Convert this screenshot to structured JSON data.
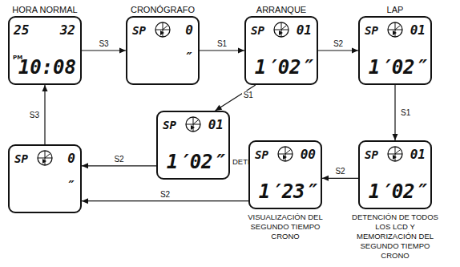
{
  "diagram": {
    "nodes": [
      {
        "text": [
          "HORA NORMAL",
          "25",
          "32",
          "PM",
          "10:08"
        ]
      },
      {
        "text": [
          "CRONÓGRAFO",
          "SP",
          "0",
          "″"
        ]
      },
      {
        "text": [
          "ARRANQUE",
          "SP",
          "01",
          "1′02″"
        ]
      },
      {
        "text": [
          "LAP",
          "SP",
          "01",
          "1′02″"
        ]
      },
      {
        "text": [
          "SP",
          "0",
          "″"
        ]
      },
      {
        "text": [
          "SP",
          "01",
          "1′02″",
          "DETENCIÓN"
        ]
      },
      {
        "text": [
          "SP",
          "00",
          "1′23″",
          "VISUALIZACIÓN DEL SEGUNDO TIEMPO CRONO"
        ]
      },
      {
        "text": [
          "SP",
          "01",
          "1′02″",
          "DETENCIÓN DE TODOS LOS LCD Y MEMORIZACIÓN DEL SEGUNDO TIEMPO CRONO"
        ]
      }
    ],
    "edges": [
      {
        "from": 0,
        "to": 1,
        "label": "S3",
        "arrow": "to"
      },
      {
        "from": 1,
        "to": 2,
        "label": "S1",
        "arrow": "to"
      },
      {
        "from": 2,
        "to": 3,
        "label": "S2",
        "arrow": "to"
      },
      {
        "from": 3,
        "to": 7,
        "label": "S1",
        "arrow": "to"
      },
      {
        "from": 7,
        "to": 6,
        "label": "S2",
        "arrow": "to"
      },
      {
        "from": 6,
        "to": 4,
        "label": "S2",
        "arrow": "to"
      },
      {
        "from": 2,
        "to": 5,
        "label": "S1",
        "arrow": "to"
      },
      {
        "from": 5,
        "to": 4,
        "label": "S2",
        "arrow": "to"
      },
      {
        "from": 4,
        "to": 0,
        "label": "S3",
        "arrow": "to"
      }
    ]
  }
}
